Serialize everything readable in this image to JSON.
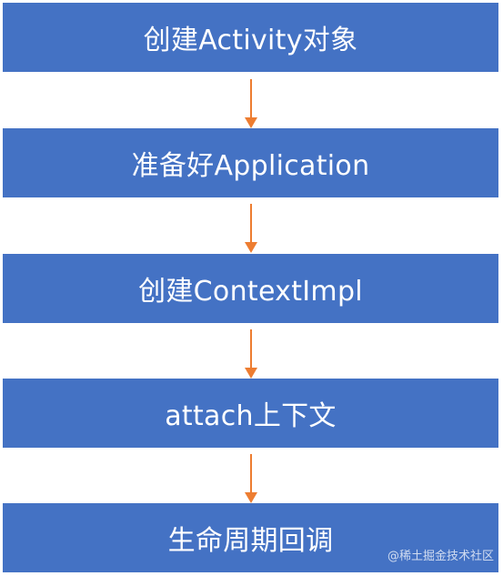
{
  "steps": [
    {
      "label": "创建Activity对象"
    },
    {
      "label": "准备好Application"
    },
    {
      "label": "创建ContextImpl"
    },
    {
      "label": "attach上下文"
    },
    {
      "label": "生命周期回调"
    }
  ],
  "colors": {
    "box": "#4472c4",
    "arrow": "#ed7d31",
    "text": "#ffffff"
  },
  "watermark": "@稀土掘金技术社区"
}
